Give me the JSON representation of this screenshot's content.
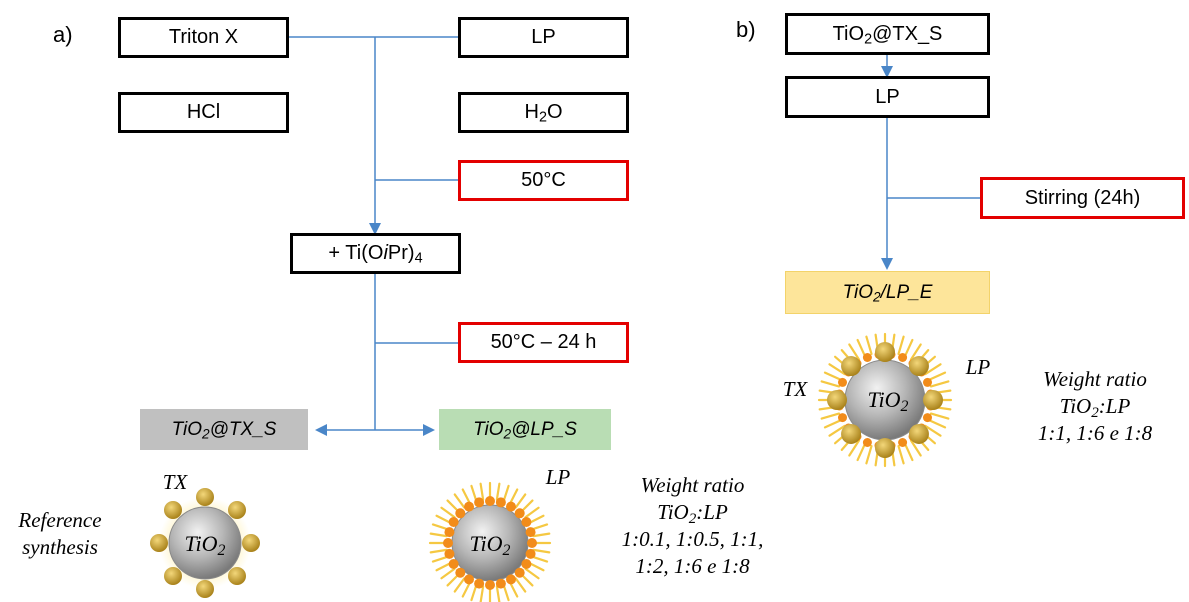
{
  "panel_a": {
    "label": "a)",
    "triton": "Triton X",
    "lp": "LP",
    "hcl": "HCl",
    "water_base": "H",
    "water_sub": "2",
    "water_tail": "O",
    "temp1": "50°C",
    "ti_prefix": "+ Ti(O",
    "ti_ipr": "i",
    "ti_pr": "Pr)",
    "ti_sub": "4",
    "temp2": "50°C – 24 h",
    "out_tx": {
      "pre": "TiO",
      "sub": "2",
      "post": "@TX_S",
      "color": "#c0c0c0"
    },
    "out_lp": {
      "pre": "TiO",
      "sub": "2",
      "post": "@LP_S",
      "color": "#b9ddb4"
    },
    "particle_tx_label": "TX",
    "particle_lp_label": "LP",
    "reference_line1": "Reference",
    "reference_line2": "synthesis",
    "ratio_title": "Weight ratio",
    "ratio_sub_pre": "TiO",
    "ratio_sub_sub": "2",
    "ratio_sub_post": ":LP",
    "ratio_line1": "1:0.1, 1:0.5, 1:1,",
    "ratio_line2": "1:2, 1:6 e 1:8"
  },
  "panel_b": {
    "label": "b)",
    "start_pre": "TiO",
    "start_sub": "2",
    "start_post": "@TX_S",
    "lp": "LP",
    "stirring": "Stirring (24h)",
    "out": {
      "pre": "TiO",
      "sub": "2",
      "post": "/LP_E",
      "color": "#fde59a"
    },
    "particle_tx_label": "TX",
    "particle_lp_label": "LP",
    "ratio_title": "Weight ratio",
    "ratio_sub_pre": "TiO",
    "ratio_sub_sub": "2",
    "ratio_sub_post": ":LP",
    "ratio_line1": "1:1, 1:6 e 1:8"
  },
  "particle_core_label_pre": "TiO",
  "particle_core_label_sub": "2",
  "colors": {
    "arrow": "#4a86c8",
    "box_border": "#000000",
    "condition_border": "#e30000",
    "bead": "#c7a02c",
    "bead_orange": "#f28c1a",
    "tail": "#f5c842",
    "core": "#a9a9a9"
  }
}
